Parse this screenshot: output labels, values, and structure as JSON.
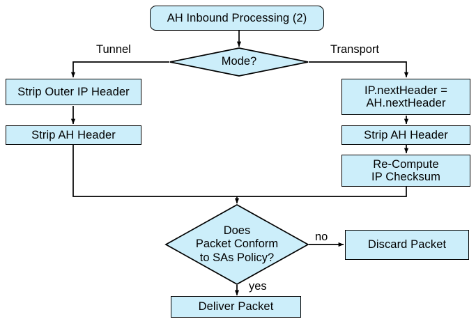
{
  "diagram": {
    "title": "AH Inbound Processing (2)",
    "colors": {
      "node_fill": "#cceefa",
      "node_stroke": "#000000",
      "background": "#ffffff",
      "text": "#000000"
    },
    "nodes": {
      "start": {
        "label": "AH Inbound Processing (2)",
        "shape": "rounded-rectangle"
      },
      "mode_decision": {
        "label": "Mode?",
        "shape": "diamond"
      },
      "strip_outer_ip_header": {
        "label": "Strip Outer IP Header",
        "shape": "rectangle"
      },
      "strip_ah_header_tunnel": {
        "label": "Strip AH Header",
        "shape": "rectangle"
      },
      "ip_nextheader": {
        "label": "IP.nextHeader =\nAH.nextHeader",
        "shape": "rectangle"
      },
      "strip_ah_header_transport": {
        "label": "Strip AH Header",
        "shape": "rectangle"
      },
      "recompute_checksum": {
        "label": "Re-Compute\nIP Checksum",
        "shape": "rectangle"
      },
      "policy_decision": {
        "label": "Does\nPacket Conform\nto SAs Policy?",
        "shape": "diamond"
      },
      "discard_packet": {
        "label": "Discard Packet",
        "shape": "rectangle"
      },
      "deliver_packet": {
        "label": "Deliver Packet",
        "shape": "rectangle"
      }
    },
    "edge_labels": {
      "tunnel": "Tunnel",
      "transport": "Transport",
      "no": "no",
      "yes": "yes"
    }
  }
}
